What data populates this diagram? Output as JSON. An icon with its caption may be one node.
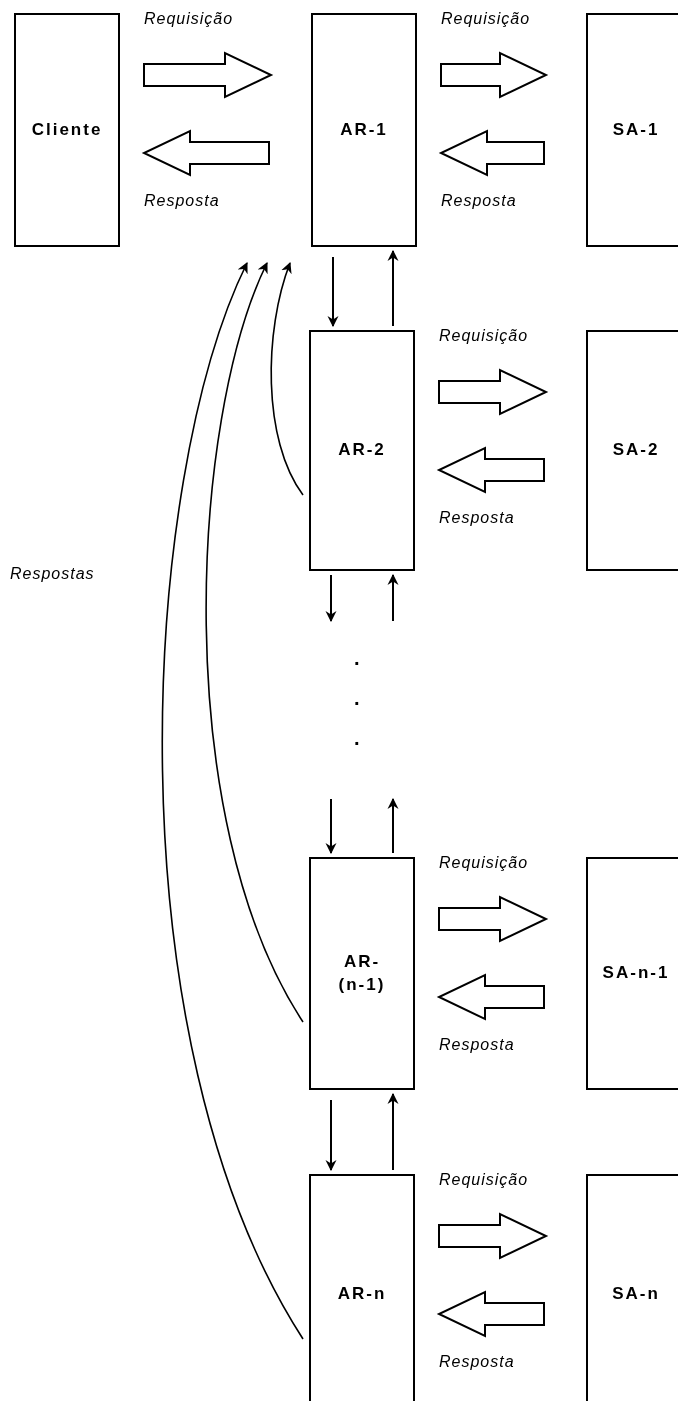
{
  "diagram": {
    "nodes": [
      {
        "text": [
          "Cliente"
        ]
      },
      {
        "text": [
          "AR-1"
        ]
      },
      {
        "text": [
          "SA-1"
        ]
      },
      {
        "text": [
          "AR-2"
        ]
      },
      {
        "text": [
          "SA-2"
        ]
      },
      {
        "text": [
          "AR- (n-1)"
        ]
      },
      {
        "text": [
          "SA-n-1"
        ]
      },
      {
        "text": [
          "AR-n"
        ]
      },
      {
        "text": [
          "SA-n"
        ]
      }
    ],
    "edges": [
      {
        "from": 0,
        "to": 1,
        "arrow": "to",
        "label": "Requisição"
      },
      {
        "from": 1,
        "to": 0,
        "arrow": "to",
        "label": "Resposta"
      },
      {
        "from": 1,
        "to": 2,
        "arrow": "to",
        "label": "Requisição"
      },
      {
        "from": 2,
        "to": 1,
        "arrow": "to",
        "label": "Resposta"
      },
      {
        "from": 1,
        "to": 3,
        "arrow": "to"
      },
      {
        "from": 3,
        "to": 1,
        "arrow": "to"
      },
      {
        "from": 3,
        "to": 4,
        "arrow": "to",
        "label": "Requisição"
      },
      {
        "from": 4,
        "to": 3,
        "arrow": "to",
        "label": "Resposta"
      },
      {
        "from": 3,
        "to": null,
        "arrow": "to"
      },
      {
        "from": null,
        "to": 3,
        "arrow": "to"
      },
      {
        "from": null,
        "to": 5,
        "arrow": "to"
      },
      {
        "from": 5,
        "to": null,
        "arrow": "to"
      },
      {
        "from": 5,
        "to": 6,
        "arrow": "to",
        "label": "Requisição"
      },
      {
        "from": 6,
        "to": 5,
        "arrow": "to",
        "label": "Resposta"
      },
      {
        "from": 5,
        "to": 7,
        "arrow": "to"
      },
      {
        "from": 7,
        "to": 5,
        "arrow": "to"
      },
      {
        "from": 7,
        "to": 8,
        "arrow": "to",
        "label": "Requisição"
      },
      {
        "from": 8,
        "to": 7,
        "arrow": "to",
        "label": "Resposta"
      },
      {
        "from": 3,
        "to": 1,
        "arrow": "to"
      },
      {
        "from": 5,
        "to": 1,
        "arrow": "to"
      },
      {
        "from": 7,
        "to": 1,
        "arrow": "to"
      }
    ],
    "labels": [
      "Respostas",
      ".",
      ".",
      "."
    ]
  }
}
